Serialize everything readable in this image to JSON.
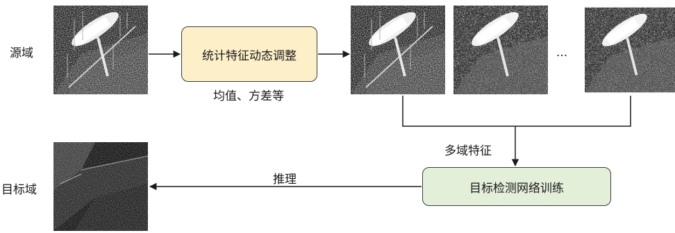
{
  "labels": {
    "source_domain": "源域",
    "target_domain": "目标域",
    "mean_variance": "均值、方差等",
    "multi_domain_features": "多域特征",
    "inference": "推理",
    "ellipsis": "..."
  },
  "boxes": {
    "stat_adjust": "统计特征动态调整",
    "detector_training": "目标检测网络训练"
  },
  "colors": {
    "adjust_fill": "#fdf0c8",
    "train_fill": "#e4efda",
    "line": "#1a1a1a"
  }
}
